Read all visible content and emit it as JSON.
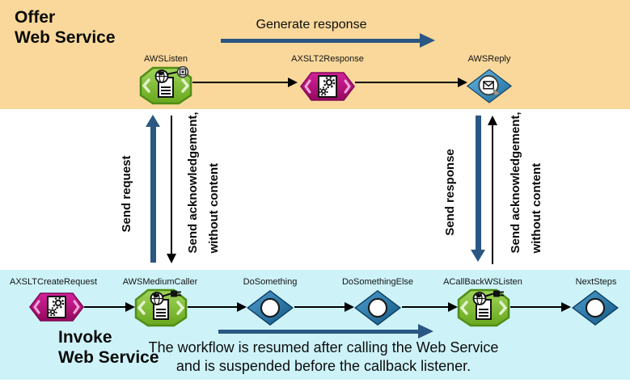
{
  "diagram": {
    "offer_lane": {
      "title_lines": [
        "Offer",
        "Web Service"
      ],
      "flow_label": "Generate response",
      "nodes": [
        {
          "label": "AWSListen",
          "icon": "web-service-listener-icon"
        },
        {
          "label": "AXSLT2Response",
          "icon": "xslt-transform-icon"
        },
        {
          "label": "AWSReply",
          "icon": "reply-activity-icon"
        }
      ]
    },
    "invoke_lane": {
      "title_lines": [
        "Invoke",
        "Web Service"
      ],
      "caption_lines": [
        "The workflow is resumed after calling the Web Service",
        "and  is suspended before the callback listener."
      ],
      "nodes": [
        {
          "label": "AXSLTCreateRequest",
          "icon": "xslt-transform-icon"
        },
        {
          "label": "AWSMediumCaller",
          "icon": "web-service-caller-icon"
        },
        {
          "label": "DoSomething",
          "icon": "step-activity-icon"
        },
        {
          "label": "DoSomethingElse",
          "icon": "step-activity-icon"
        },
        {
          "label": "ACallBackWSListen",
          "icon": "callback-listener-icon"
        },
        {
          "label": "NextSteps",
          "icon": "step-activity-icon"
        }
      ]
    },
    "messages": {
      "send_request": "Send request",
      "send_response": "Send response",
      "ack_left_lines": [
        "Send acknowledgement,",
        "without content"
      ],
      "ack_right_lines": [
        "Send acknowledgement,",
        "without content"
      ]
    },
    "colors": {
      "offer_lane_bg": "#FAD89B",
      "invoke_lane_bg": "#CDF3F9",
      "flow_arrow_blue": "#2A5783",
      "ack_arrow_black": "#000000",
      "node_green": "#7CBE2E",
      "node_magenta": "#C01387",
      "node_blue": "#2E7FB4"
    }
  }
}
